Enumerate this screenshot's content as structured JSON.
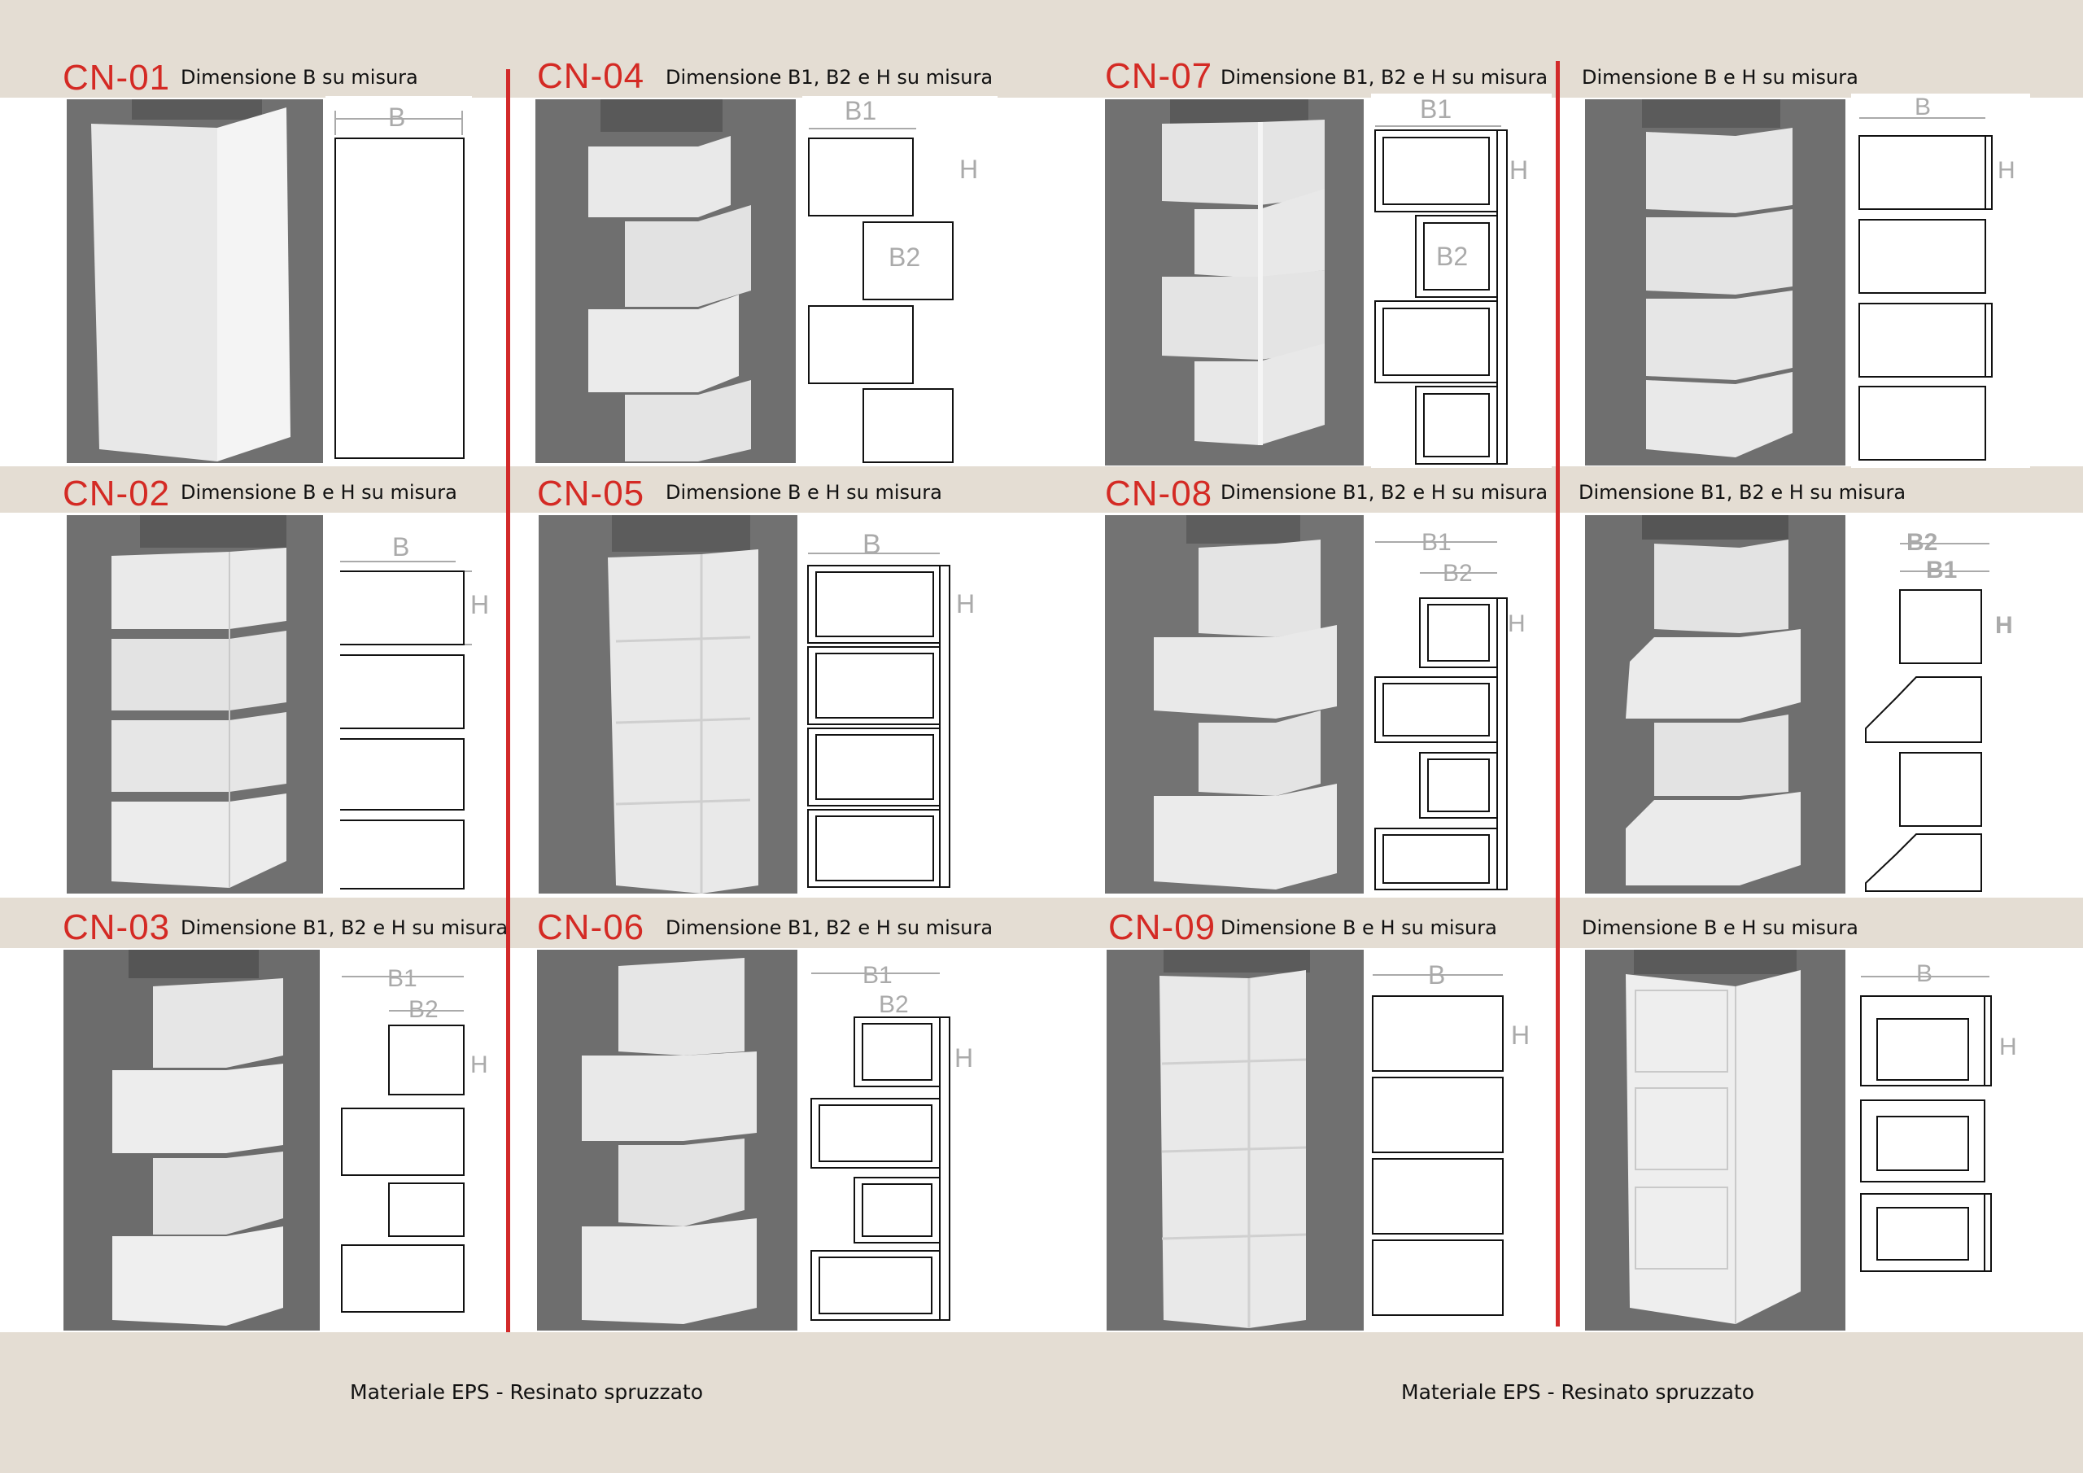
{
  "products": [
    {
      "code": "CN-01",
      "desc": "Dimensione B su misura",
      "dims": [
        "B"
      ]
    },
    {
      "code": "CN-02",
      "desc": "Dimensione B e H su misura",
      "dims": [
        "B",
        "H"
      ]
    },
    {
      "code": "CN-03",
      "desc": "Dimensione B1, B2 e H su misura",
      "dims": [
        "B1",
        "B2",
        "H"
      ]
    },
    {
      "code": "CN-04",
      "desc": "Dimensione B1, B2 e H su misura",
      "dims": [
        "B1",
        "H",
        "B2"
      ]
    },
    {
      "code": "CN-05",
      "desc": "Dimensione B e H su misura",
      "dims": [
        "B",
        "H"
      ]
    },
    {
      "code": "CN-06",
      "desc": "Dimensione B1, B2 e H su misura",
      "dims": [
        "B1",
        "B2",
        "H"
      ]
    },
    {
      "code": "CN-07",
      "desc": "Dimensione B1, B2 e H su misura",
      "dims": [
        "B1",
        "H",
        "B2"
      ]
    },
    {
      "code": "CN-08",
      "desc": "Dimensione B1, B2 e H su misura",
      "dims": [
        "B1",
        "B2",
        "H"
      ]
    },
    {
      "code": "CN-09",
      "desc": "Dimensione B e H su misura",
      "dims": [
        "B",
        "H"
      ]
    },
    {
      "code": "",
      "desc": "Dimensione B e H su misura",
      "dims": [
        "B",
        "H"
      ]
    },
    {
      "code": "",
      "desc": "Dimensione B1, B2 e H su misura",
      "dims": [
        "B2",
        "B1",
        "H"
      ]
    },
    {
      "code": "",
      "desc": "Dimensione B e H su misura",
      "dims": [
        "B",
        "H"
      ]
    }
  ],
  "footer": {
    "left": "Materiale EPS - Resinato spruzzato",
    "right": "Materiale EPS - Resinato spruzzato"
  },
  "colors": {
    "code": "#d42a24",
    "divider": "#d22a2a",
    "band": "#e4ddd3"
  }
}
